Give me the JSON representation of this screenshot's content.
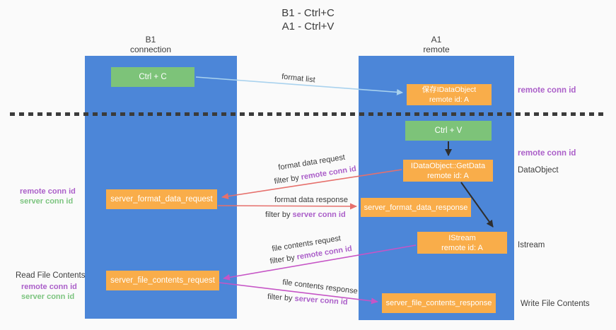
{
  "title": {
    "line1": "B1 - Ctrl+C",
    "line2": "A1 - Ctrl+V"
  },
  "columns": {
    "left": {
      "name": "B1",
      "role": "connection"
    },
    "right": {
      "name": "A1",
      "role": "remote"
    }
  },
  "boxes": {
    "ctrl_c": {
      "label": "Ctrl + C"
    },
    "save_idataobject": {
      "line1": "保存IDataObject",
      "line2": "remote id: A"
    },
    "ctrl_v": {
      "label": "Ctrl + V"
    },
    "getdata": {
      "line1": "IDataObject::GetData",
      "line2": "remote id: A"
    },
    "format_request": {
      "label": "server_format_data_request"
    },
    "format_response": {
      "label": "server_format_data_response"
    },
    "istream": {
      "line1": "IStream",
      "line2": "remote id: A"
    },
    "file_request": {
      "label": "server_file_contents_request"
    },
    "file_response": {
      "label": "server_file_contents_response"
    }
  },
  "flow_labels": {
    "format_list": "format list",
    "format_data_request": "format data request",
    "format_data_response": "format data response",
    "file_contents_request": "file contents request",
    "file_contents_response": "file contents response",
    "filter_by": "filter by ",
    "remote_conn_id": "remote conn id",
    "server_conn_id": "server conn id"
  },
  "side_labels": {
    "right_remote_conn_id_1": "remote conn id",
    "right_remote_conn_id_2": "remote conn id",
    "dataobject": "DataObject",
    "istream": "Istream",
    "write_file_contents": "Write File Contents",
    "left_remote_conn_id_1": "remote conn id",
    "left_server_conn_id_1": "server conn id",
    "read_file_contents": "Read File Contents",
    "left_remote_conn_id_2": "remote conn id",
    "left_server_conn_id_2": "server conn id"
  },
  "colors": {
    "background": "#fafafa",
    "column_blue": "#4c86d8",
    "box_green": "#7dc379",
    "box_orange": "#f9ad4a",
    "arrow_light_blue": "#a9d2ee",
    "arrow_black": "#2e2e2e",
    "arrow_red": "#e6706c",
    "arrow_magenta": "#c655c6",
    "remote_conn_purple": "#ab5fc9",
    "server_conn_green": "#7cc47f"
  }
}
